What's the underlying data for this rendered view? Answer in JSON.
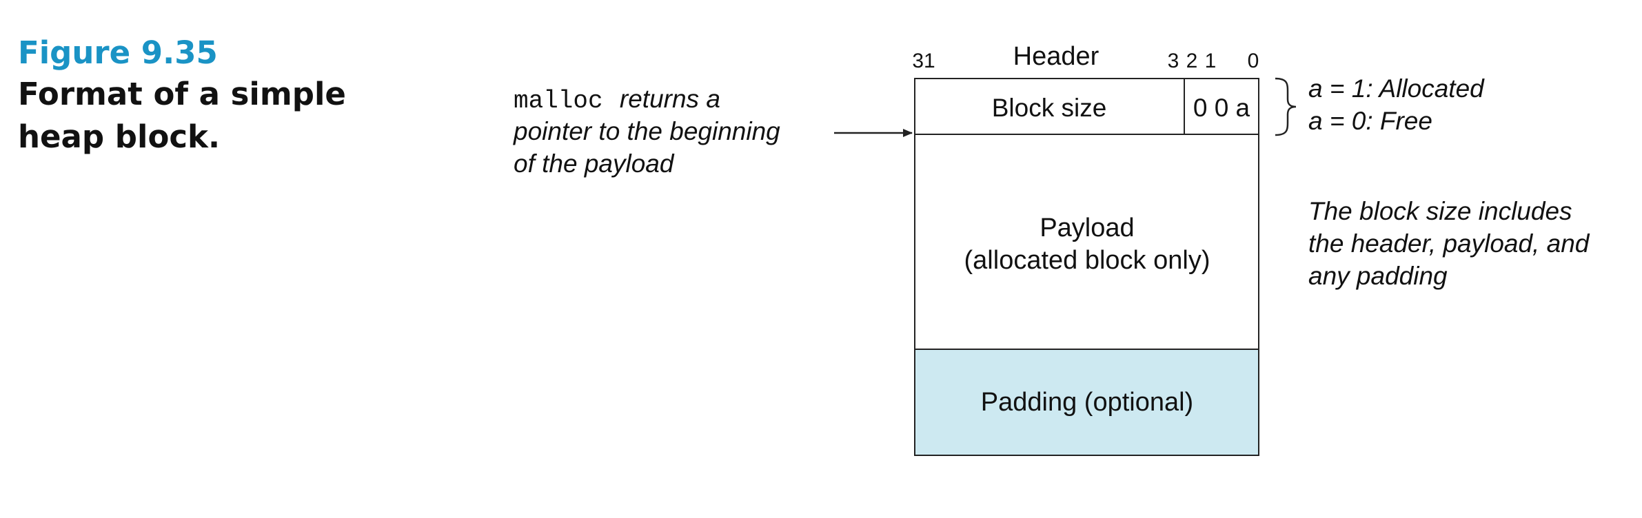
{
  "caption": {
    "figure_number": "Figure 9.35",
    "title": "Format of a simple heap block."
  },
  "block": {
    "header_label": "Header",
    "bit_31": "31",
    "bit_3": "3",
    "bit_2": "2",
    "bit_1": "1",
    "bit_0": "0",
    "block_size_label": "Block size",
    "low_bits": "0 0 a",
    "payload_line1": "Payload",
    "payload_line2": "(allocated block only)",
    "padding_label": "Padding (optional)"
  },
  "annotations": {
    "malloc_code": "malloc",
    "malloc_text_line1": "returns a",
    "malloc_text_line2": "pointer to the beginning",
    "malloc_text_line3": "of the payload",
    "alloc_bit_line1": "a = 1: Allocated",
    "alloc_bit_line2": "a = 0: Free",
    "size_note_line1": "The block size includes",
    "size_note_line2": "the header, payload, and",
    "size_note_line3": "any padding"
  },
  "colors": {
    "figure_number": "#1a93c5",
    "padding_fill": "#cde9f1",
    "stroke": "#222222"
  }
}
